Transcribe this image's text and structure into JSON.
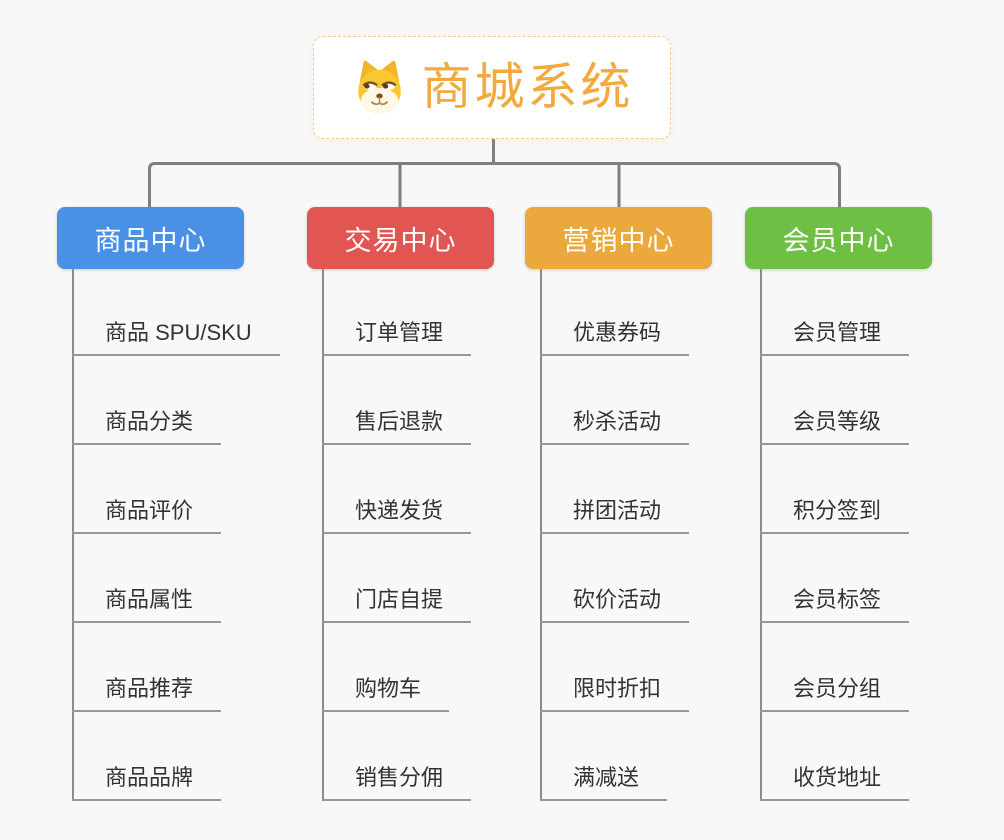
{
  "root": {
    "title": "商城系统",
    "icon": "doge-icon"
  },
  "colors": {
    "bg": "#f8f8f8",
    "line": "#7f7f7f",
    "trunk": "#8c8c8c",
    "underline": "#979797",
    "item-text": "#333333",
    "title-color": "#f2a93e",
    "root-border": "#f2cd92"
  },
  "branches": [
    {
      "label": "商品中心",
      "color": "#4a90e4",
      "items": [
        "商品 SPU/SKU",
        "商品分类",
        "商品评价",
        "商品属性",
        "商品推荐",
        "商品品牌"
      ]
    },
    {
      "label": "交易中心",
      "color": "#e15652",
      "items": [
        "订单管理",
        "售后退款",
        "快递发货",
        "门店自提",
        "购物车",
        "销售分佣"
      ]
    },
    {
      "label": "营销中心",
      "color": "#eba83c",
      "items": [
        "优惠券码",
        "秒杀活动",
        "拼团活动",
        "砍价活动",
        "限时折扣",
        "满减送"
      ]
    },
    {
      "label": "会员中心",
      "color": "#6ebf43",
      "items": [
        "会员管理",
        "会员等级",
        "积分签到",
        "会员标签",
        "会员分组",
        "收货地址"
      ]
    }
  ]
}
